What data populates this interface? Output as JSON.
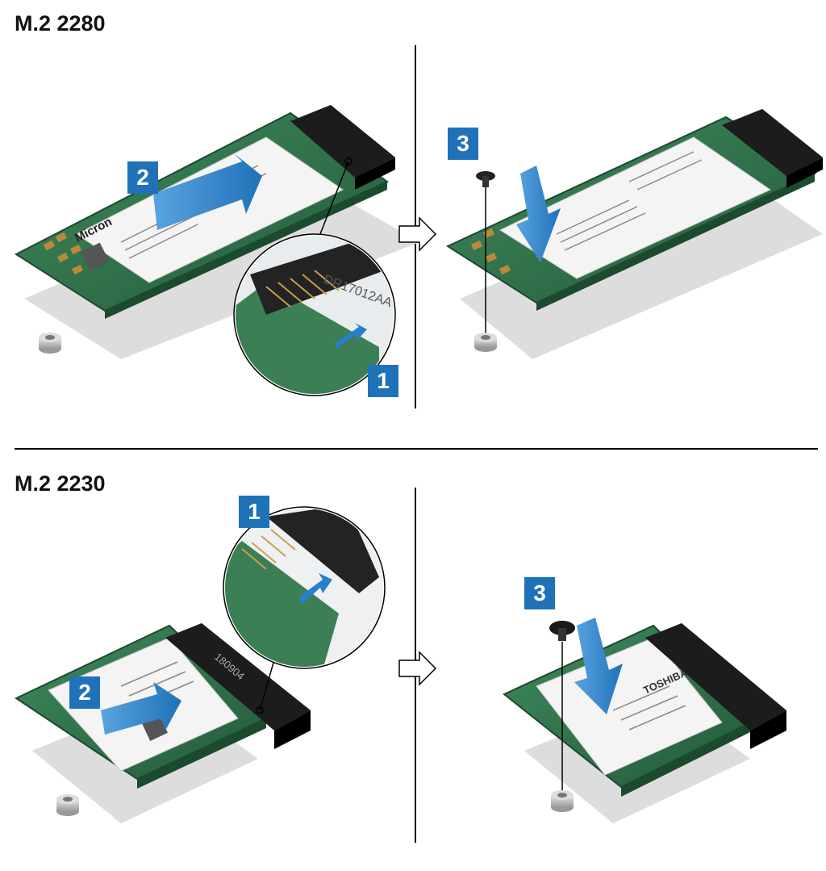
{
  "sections": {
    "top_title": "M.2 2280",
    "bottom_title": "M.2 2230"
  },
  "callouts": {
    "step1": "1",
    "step2": "2",
    "step3": "3"
  },
  "labels": {
    "brand": "Micron",
    "connector_code_top": "DR17012AA",
    "connector_code_bottom": "180904",
    "toshiba": "TOSHIBA"
  },
  "colors": {
    "callout": "#1f72b8",
    "arrow": "#2a7fc9",
    "pcb": "#2e6f4a",
    "connector": "#1c1c1c",
    "label": "#f4f4f4",
    "shadow": "#d9d9d9"
  },
  "icons": {
    "transition": "outline-arrow-right-icon"
  }
}
